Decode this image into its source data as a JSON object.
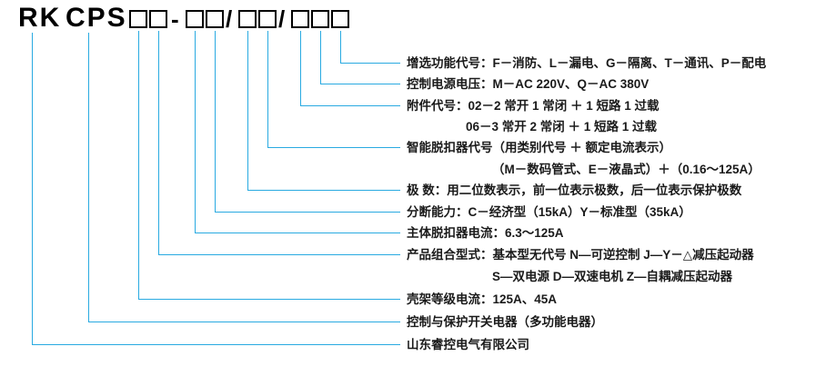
{
  "model_code": {
    "prefix": "RK",
    "series": "CPS",
    "dash": "-",
    "slash": "/"
  },
  "colors": {
    "leader_line": "#29aae1",
    "text": "#1a1a1a"
  },
  "annotations": [
    "增选功能代号：F－消防、L－漏电、G－隔离、T－通讯、P－配电",
    "控制电源电压：M－AC 220V、Q－AC 380V",
    "附件代号：02－2 常开 1 常闭 ＋ 1 短路 1 过载",
    "06－3 常开 2 常闭 ＋ 1 短路 1 过载",
    "智能脱扣器代号（用类别代号 ＋ 额定电流表示）",
    "（M－数码管式、E－液晶式）＋（0.16～125A）",
    "极 数：用二位数表示，前一位表示极数，后一位表示保护极数",
    "分断能力：C－经济型（15kA）Y－标准型（35kA）",
    "主体脱扣器电流：6.3～125A",
    "产品组合型式：基本型无代号 N—可逆控制 J—Y－△减压起动器",
    "S—双电源 D—双速电机 Z—自耦减压起动器",
    "壳架等级电流：125A、45A",
    "控制与保护开关电器（多功能电器）",
    "山东睿控电气有限公司"
  ]
}
